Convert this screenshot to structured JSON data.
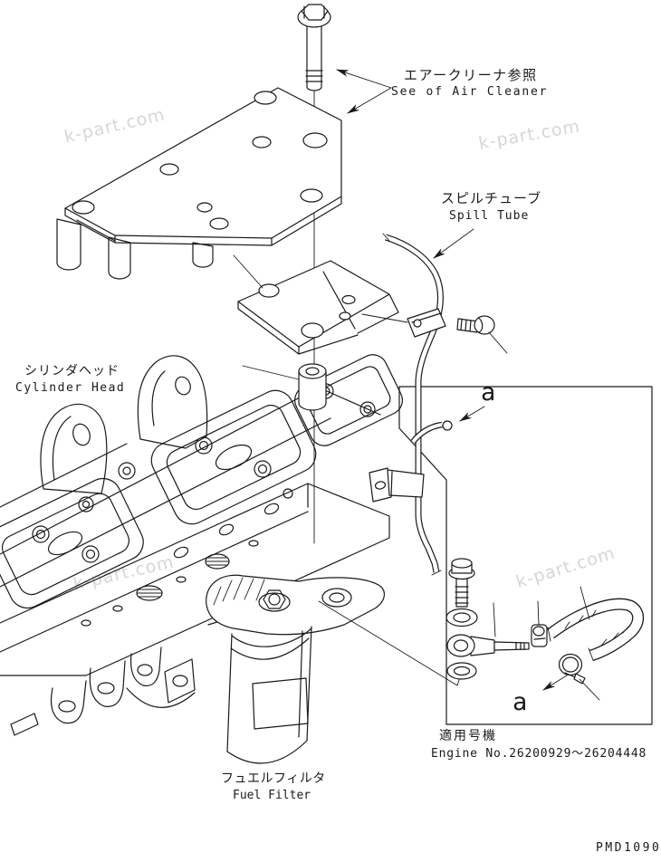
{
  "page": {
    "background": "#ffffff",
    "line_color": "#1a1a1a",
    "watermark_color": "#c9c9c9",
    "drawing_number": "PMD1090",
    "watermark_text": "k-part.com"
  },
  "callouts": {
    "air_cleaner": {
      "jp": "エアークリーナ参照",
      "en": "See of Air Cleaner"
    },
    "spill_tube": {
      "jp": "スピルチューブ",
      "en": "Spill Tube"
    },
    "cylinder_head": {
      "jp": "シリンダヘッド",
      "en": "Cylinder Head"
    },
    "fuel_filter": {
      "jp": "フュエルフィルタ",
      "en": "Fuel Filter"
    },
    "applicability": {
      "jp": "適用号機",
      "en": "Engine No.26200929～26204448"
    },
    "detail_marker_top": "a",
    "detail_marker_bottom": "a"
  }
}
